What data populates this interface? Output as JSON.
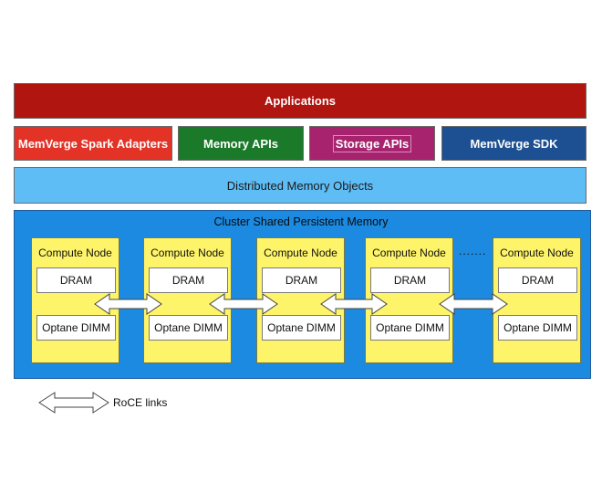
{
  "layers": {
    "applications": "Applications",
    "spark_adapters": "MemVerge Spark Adapters",
    "memory_apis": "Memory APIs",
    "storage_apis": "Storage APIs",
    "sdk": "MemVerge SDK",
    "distributed_memory": "Distributed Memory Objects",
    "cluster_title": "Cluster Shared Persistent Memory"
  },
  "nodes": [
    {
      "title": "Compute Node",
      "dram": "DRAM",
      "optane": "Optane DIMM"
    },
    {
      "title": "Compute Node",
      "dram": "DRAM",
      "optane": "Optane DIMM"
    },
    {
      "title": "Compute Node",
      "dram": "DRAM",
      "optane": "Optane DIMM"
    },
    {
      "title": "Compute Node",
      "dram": "DRAM",
      "optane": "Optane DIMM"
    },
    {
      "title": "Compute Node",
      "dram": "DRAM",
      "optane": "Optane DIMM"
    }
  ],
  "ellipsis": ".......",
  "legend": {
    "label": "RoCE links",
    "icon": "double-arrow-icon"
  },
  "colors": {
    "applications": "#b0150f",
    "spark_adapters": "#e23326",
    "memory_apis": "#1b7a2a",
    "storage_apis": "#a8236e",
    "sdk": "#1c5092",
    "distributed_memory": "#5fbdf5",
    "cluster": "#1b8ae0",
    "node": "#fef46a"
  }
}
